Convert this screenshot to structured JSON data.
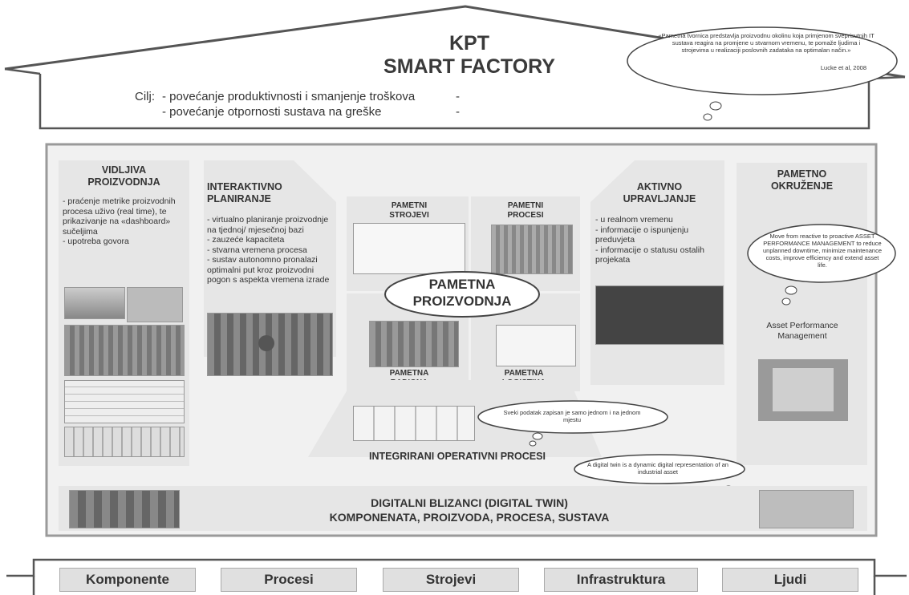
{
  "roof": {
    "title_line1": "KPT",
    "title_line2": "SMART FACTORY",
    "goal_label": "Cilj:",
    "goals": [
      "- povećanje produktivnosti i smanjenje troškova",
      "- povećanje otpornosti sustava na greške"
    ],
    "dashes": [
      "-",
      "-"
    ],
    "quote": "«Pametna tvornica predstavlja proizvodnu okolinu koja primjenom sveprisutnih IT sustava reagira na promjene u stvarnom vremenu, te pomaže ljudima i strojevima u realizaciji poslovnih zadataka na optimalan način.»",
    "quote_source": "Lucke et al, 2008"
  },
  "vidljiva": {
    "title_line1": "VIDLJIVA",
    "title_line2": "PROIZVODNJA",
    "body": "- praćenje metrike proizvodnih procesa uživo (real time), te prikazivanje na «dashboard» sučeljima\n- upotreba govora"
  },
  "interaktivno": {
    "title_line1": "INTERAKTIVNO",
    "title_line2": "PLANIRANJE",
    "body": "- virtualno planiranje proizvodnje na tjednoj/ mjesečnoj bazi\n- zauzeće kapaciteta\n- stvarna vremena procesa\n- sustav autonomno pronalazi optimalni put kroz proizvodni pogon s aspekta vremena izrade"
  },
  "center": {
    "strojevi_line1": "PAMETNI",
    "strojevi_line2": "STROJEVI",
    "procesi_line1": "PAMETNI",
    "procesi_line2": "PROCESI",
    "radiona_line1": "PAMETNA",
    "radiona_line2": "RADIONA",
    "logistika_line1": "PAMETNA",
    "logistika_line2": "LOGISTIKA",
    "oval_line1": "PAMETNA",
    "oval_line2": "PROIZVODNJA"
  },
  "aktivno": {
    "title_line1": "AKTIVNO",
    "title_line2": "UPRAVLJANJE",
    "body": "- u realnom vremenu\n- informacije o ispunjenju preduvjeta\n- informacije o statusu ostalih projekata"
  },
  "okruzenje": {
    "title_line1": "PAMETNO",
    "title_line2": "OKRUŽENJE",
    "cloud": "Move from reactive to proactive ASSET PERFORMANCE MANAGEMENT to reduce unplanned downtime, minimize maintenance costs, improve efficiency and extend asset life.",
    "apm_label": "Asset Performance Management"
  },
  "integrirani": {
    "label": "INTEGRIRANI OPERATIVNI PROCESI",
    "cloud": "Sveki podatak zapisan je samo jednom i na jednom mjestu"
  },
  "twin_cloud": "A digital twin is a dynamic digital representation of an industrial asset",
  "digital_twin": {
    "line1": "DIGITALNI BLIZANCI (DIGITAL TWIN)",
    "line2": "KOMPONENATA, PROIZVODA, PROCESA, SUSTAVA"
  },
  "foundation": [
    "Komponente",
    "Procesi",
    "Strojevi",
    "Infrastruktura",
    "Ljudi"
  ]
}
